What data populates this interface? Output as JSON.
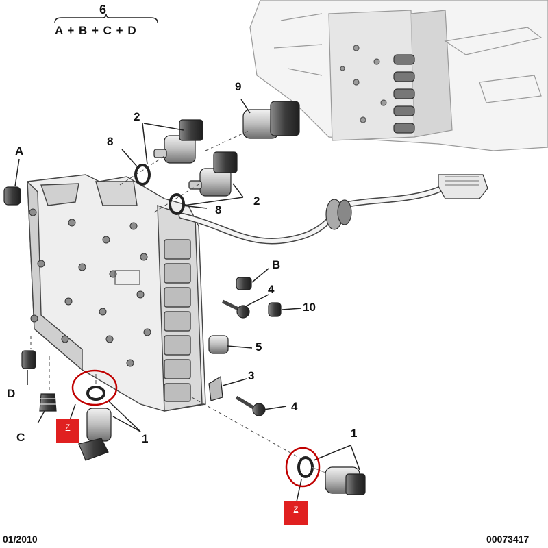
{
  "header": {
    "assembly_number": "6",
    "formula": "A + B + C + D"
  },
  "callouts": {
    "a": "A",
    "b": "B",
    "c": "C",
    "d": "D",
    "n1_left": "1",
    "n1_right": "1",
    "n2_top": "2",
    "n2_mid": "2",
    "n3": "3",
    "n4_upper": "4",
    "n4_lower": "4",
    "n5": "5",
    "n8_top": "8",
    "n8_mid": "8",
    "n9": "9",
    "n10": "10"
  },
  "markers": {
    "z_left": "Z",
    "z_right": "Z"
  },
  "footer": {
    "date": "01/2010",
    "reference": "00073417"
  },
  "colors": {
    "line": "#222222",
    "highlight_ring": "#c00000",
    "marker_fill": "#e02020"
  }
}
